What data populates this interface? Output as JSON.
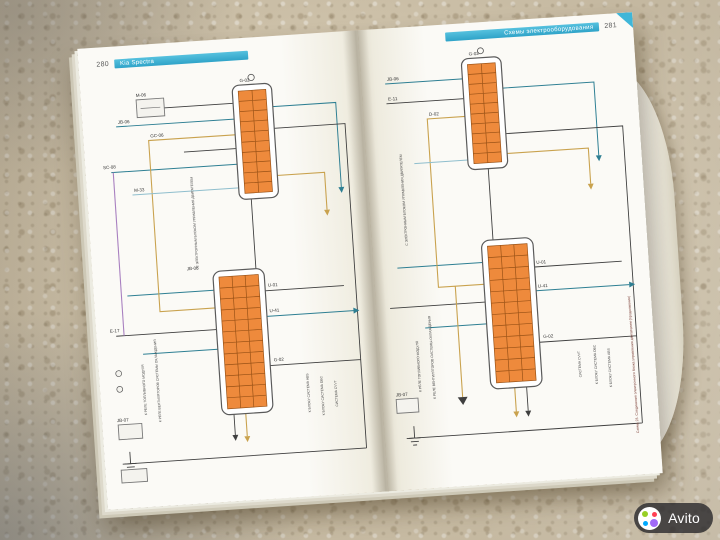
{
  "watermark": {
    "label": "Avito"
  },
  "book": {
    "left_page": {
      "page_number": "280",
      "header": "Kia Spectra",
      "labels": {
        "relay_top": "M-06",
        "conn_top": "G-02",
        "jb06_top": "JB-06",
        "gc06": "GC-06",
        "sc08": "SC-08",
        "m33": "M-33",
        "e17": "E-17",
        "u01": "U-01",
        "u41": "U-41",
        "jb06_mid": "JB-06",
        "jb07": "JB-07",
        "g02_bottom": "G-02"
      },
      "vlabels": {
        "ecu": "С ЭЛЕКТРОННЫМ БЛОКОМ УПРАВЛЕНИЯ ДВИГАТЕЛЕМ",
        "fuel": "К РЕЛЕ ТОПЛИВНОГО МОДУЛЯ",
        "fans": "К РЕЛЕ ВЕНТИЛЯТОРОВ СИСТЕМЫ ОХЛАЖДЕНИЯ",
        "abs": "К БЛОКУ СИСТЕМА ABS",
        "dbc": "К БЛОКУ СИСТЕМА DBC",
        "cvvt": "СИСТЕМА CVVT"
      }
    },
    "right_page": {
      "page_number": "281",
      "header": "Схемы электрооборудования",
      "labels": {
        "conn_top": "G-02",
        "jb06": "JB-06",
        "e11": "E-11",
        "d02": "D-02",
        "u01": "U-01",
        "u41": "U-41",
        "jb07": "JB-07",
        "g02b": "G-02"
      },
      "vlabels": {
        "ecu": "С ЭЛЕКТРОННЫМ БЛОКОМ УПРАВЛЕНИЯ ДВИГАТЕЛЕМ",
        "fuel": "К РЕЛЕ ТОПЛИВНОГО МОДУЛЯ",
        "fans": "К РЕЛЕ ВЕНТИЛЯТОРОВ СИСТЕМЫ ОХЛАЖДЕНИЯ",
        "abs": "К БЛОКУ СИСТЕМА ABS",
        "dbc": "К БЛОКУ СИСТЕМА DBC",
        "cvvt": "СИСТЕМА CVVT"
      },
      "caption": "Схема 23. Соединения электронного блока управления двигателем (продолжение)"
    }
  }
}
